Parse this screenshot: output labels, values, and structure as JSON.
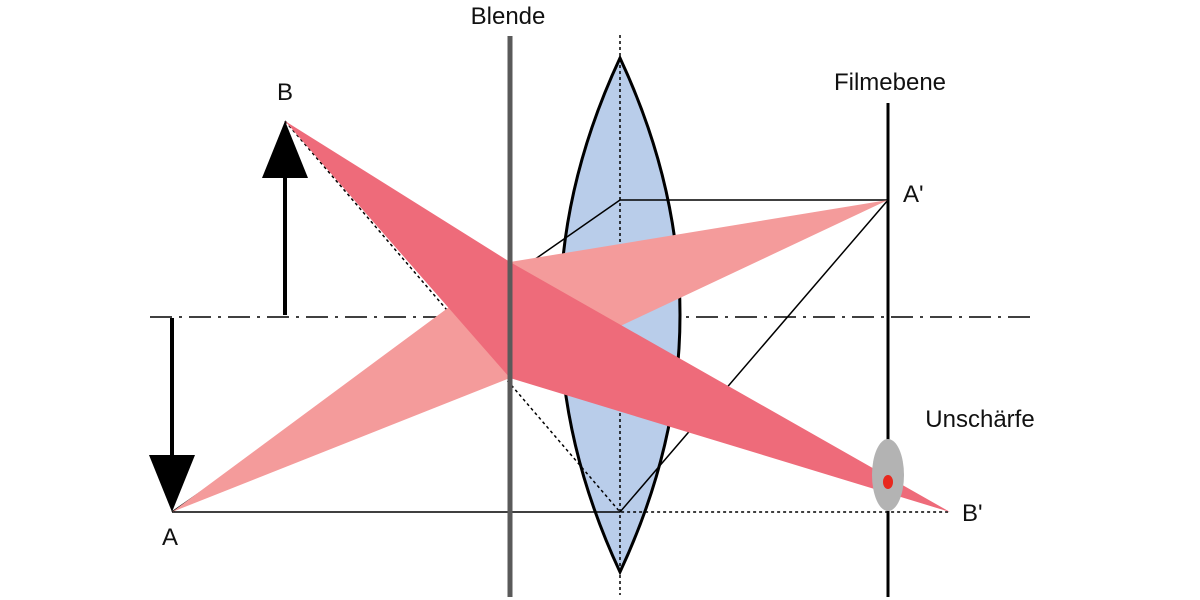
{
  "labels": {
    "aperture": "Blende",
    "film_plane": "Filmebene",
    "blur": "Unschärfe",
    "point_a": "A",
    "point_b": "B",
    "point_a_image": "A'",
    "point_b_image": "B'"
  },
  "colors": {
    "lens_fill": "#b9cdea",
    "ray_cone_a": "#f49b9b",
    "ray_cone_b": "#ee6b7a",
    "blur_disc": "#b3b3b3",
    "blur_dot": "#e8281e",
    "aperture_stop": "#5a5a5a",
    "lines": "#000000"
  }
}
